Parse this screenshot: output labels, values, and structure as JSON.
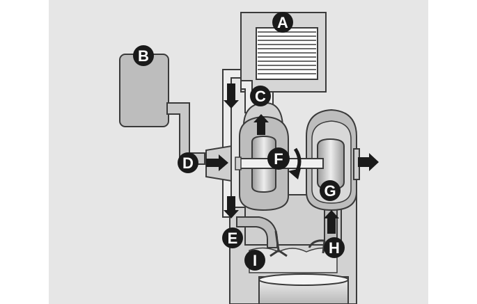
{
  "diagram": {
    "labels": {
      "a": "A",
      "b": "B",
      "c": "C",
      "d": "D",
      "e": "E",
      "f": "F",
      "g": "G",
      "h": "H",
      "i": "I"
    },
    "colors": {
      "background": "#e6e6e6",
      "panel": "#ffffff",
      "part_fill": "#bdbdbd",
      "part_light": "#d9d9d9",
      "outline": "#3a3a3a",
      "badge": "#1a1a1a"
    },
    "icons": {
      "flow_arrow": "arrow-icon",
      "rotation": "curved-arrow-icon"
    }
  }
}
